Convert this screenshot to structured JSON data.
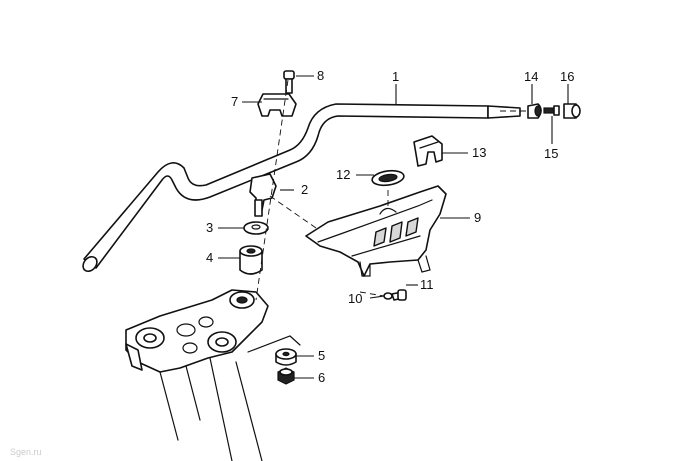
{
  "callouts": {
    "c1": "1",
    "c2": "2",
    "c3": "3",
    "c4": "4",
    "c5": "5",
    "c6": "6",
    "c7": "7",
    "c8": "8",
    "c9": "9",
    "c10": "10",
    "c11": "11",
    "c12": "12",
    "c13": "13",
    "c14": "14",
    "c15": "15",
    "c16": "16"
  },
  "watermark": "Sgen.ru"
}
